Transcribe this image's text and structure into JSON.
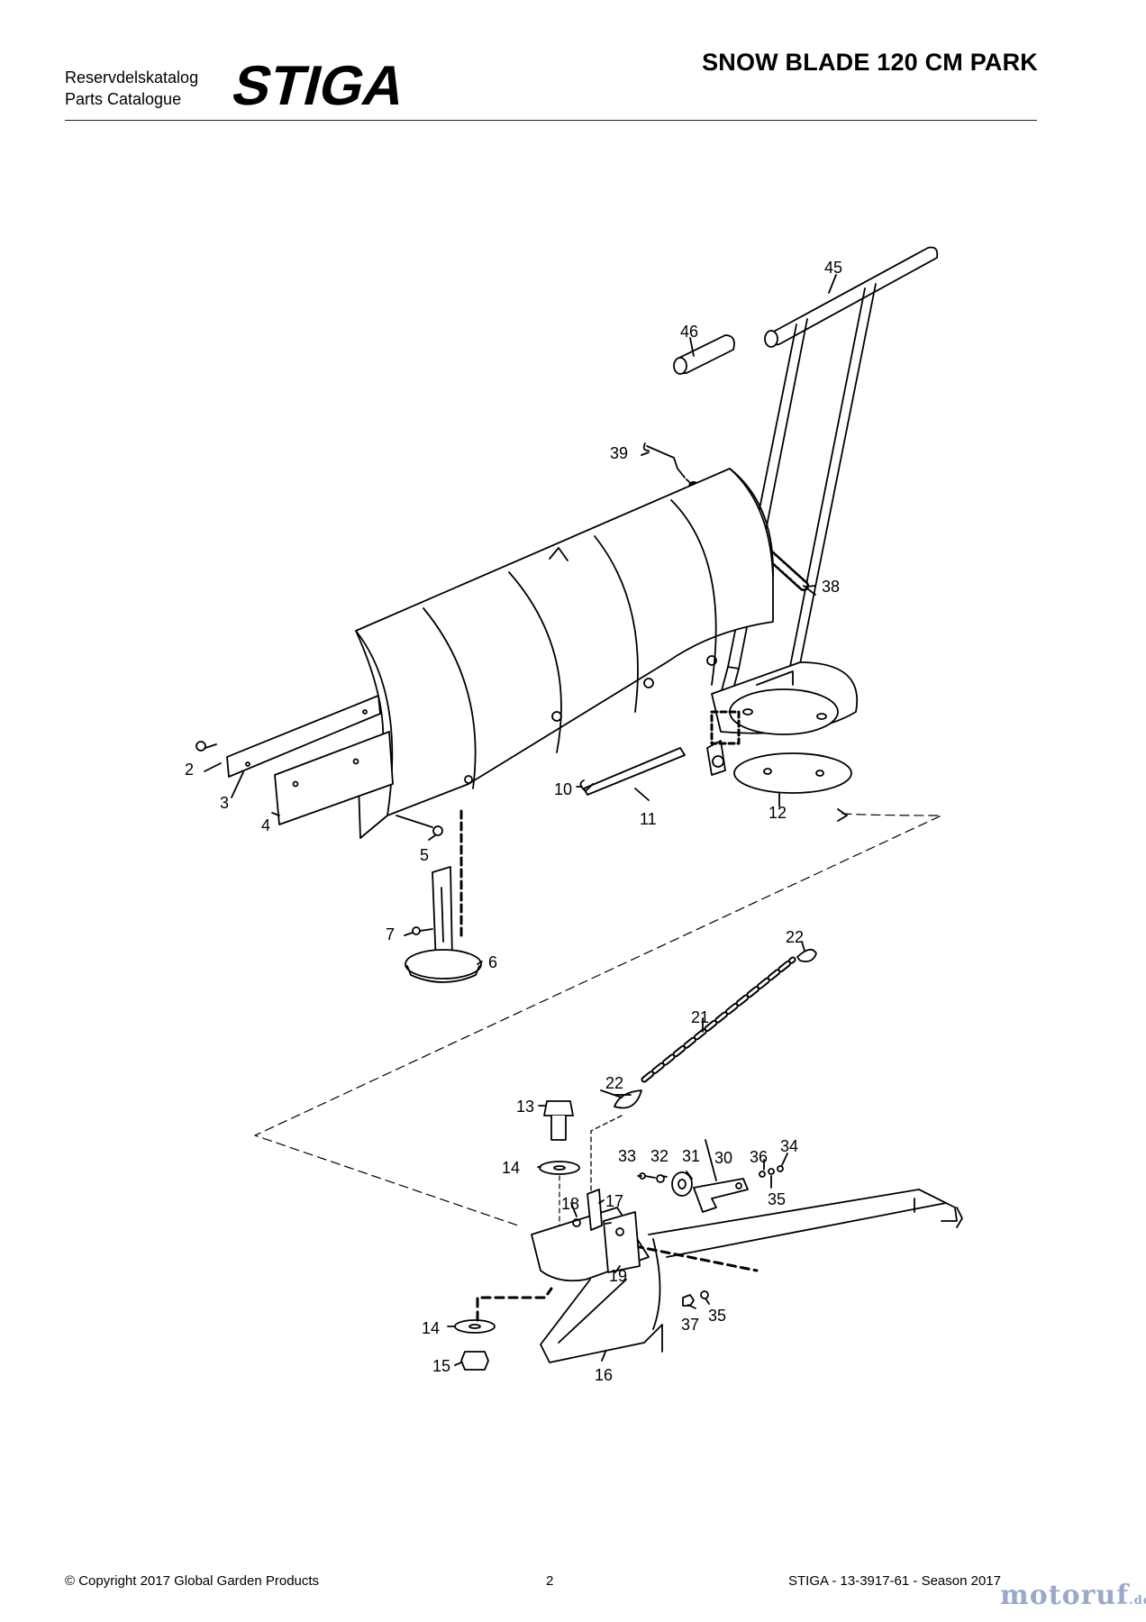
{
  "header": {
    "catalog_line1": "Reservdelskatalog",
    "catalog_line2": "Parts Catalogue",
    "brand": "STIGA",
    "title": "SNOW BLADE 120 CM PARK"
  },
  "callouts": {
    "p2": "2",
    "p3": "3",
    "p4": "4",
    "p5": "5",
    "p6": "6",
    "p7": "7",
    "p10": "10",
    "p11": "11",
    "p12": "12",
    "p13": "13",
    "p14a": "14",
    "p14b": "14",
    "p15": "15",
    "p16": "16",
    "p17": "17",
    "p18": "18",
    "p19": "19",
    "p21": "21",
    "p22a": "22",
    "p22b": "22",
    "p30": "30",
    "p31": "31",
    "p32": "32",
    "p33": "33",
    "p34": "34",
    "p35a": "35",
    "p35b": "35",
    "p36": "36",
    "p37": "37",
    "p38": "38",
    "p39": "39",
    "p45": "45",
    "p46": "46"
  },
  "footer": {
    "copyright": "© Copyright 2017 Global Garden Products",
    "page_number": "2",
    "doc_ref": "STIGA - 13-3917-61 - Season 2017"
  },
  "watermark": {
    "text": "motoruf",
    "suffix": ".de",
    "color": "#9aa9c9"
  }
}
